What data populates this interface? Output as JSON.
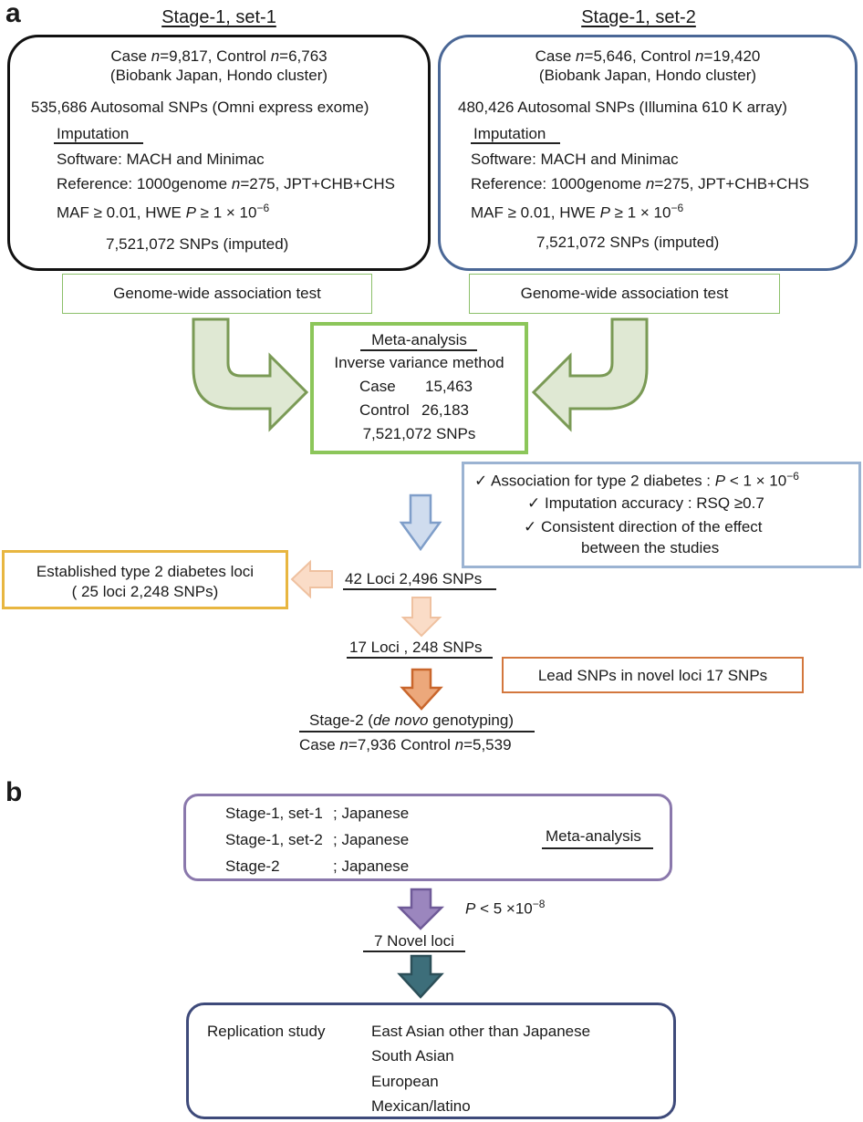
{
  "panel_a": {
    "label": "a",
    "set1": {
      "title": "Stage-1, set-1",
      "case_line_pre": "Case ",
      "case_n": "n",
      "case_line_mid": "=9,817, Control ",
      "control_n": "n",
      "case_line_post": "=6,763",
      "cluster": "(Biobank Japan, Hondo cluster)",
      "snps": "535,686 Autosomal SNPs (Omni express exome)",
      "imputation_heading": "Imputation",
      "software": "Software: MACH and Minimac",
      "reference_pre": "Reference: 1000genome ",
      "reference_n": "n",
      "reference_post": "=275, JPT+CHB+CHS",
      "maf_pre": "MAF ≥ 0.01, HWE ",
      "maf_p": "P",
      "maf_mid": " ≥ 1 × 10",
      "maf_exp": "−6",
      "imputed": "7,521,072 SNPs (imputed)",
      "gwas": "Genome-wide association test"
    },
    "set2": {
      "title": "Stage-1, set-2",
      "case_line_pre": "Case ",
      "case_n": "n",
      "case_line_mid": "=5,646, Control ",
      "control_n": "n",
      "case_line_post": "=19,420",
      "cluster": "(Biobank Japan, Hondo cluster)",
      "snps": "480,426 Autosomal SNPs (Illumina 610 K array)",
      "imputation_heading": "Imputation",
      "software": "Software: MACH and Minimac",
      "reference_pre": "Reference: 1000genome ",
      "reference_n": "n",
      "reference_post": "=275, JPT+CHB+CHS",
      "maf_pre": "MAF ≥ 0.01, HWE ",
      "maf_p": "P",
      "maf_mid": " ≥ 1 × 10",
      "maf_exp": "−6",
      "imputed": "7,521,072 SNPs (imputed)",
      "gwas": "Genome-wide association test"
    },
    "meta": {
      "heading": "Meta-analysis",
      "method": "Inverse variance method",
      "case_label": "Case",
      "case_value": "15,463",
      "control_label": "Control",
      "control_value": "26,183",
      "snps": "7,521,072 SNPs"
    },
    "criteria": {
      "check": "✓",
      "c1_pre": "Association for type 2 diabetes :  ",
      "c1_p": "P",
      "c1_mid": " < 1 × 10",
      "c1_exp": "−6",
      "c2": "Imputation accuracy : RSQ ≥0.7",
      "c3_line1": "Consistent direction of the effect",
      "c3_line2": "between the studies"
    },
    "established": {
      "line1": "Established type 2 diabetes loci",
      "line2": "( 25 loci  2,248 SNPs)"
    },
    "loci42": "42 Loci   2,496 SNPs",
    "loci17": "17 Loci , 248 SNPs",
    "lead": "Lead SNPs in novel loci  17 SNPs",
    "stage2": {
      "title_pre": "Stage-2 (",
      "title_em": "de novo",
      "title_post": " genotyping)",
      "case_pre": "Case  ",
      "case_n": "n",
      "case_mid": "=7,936  Control ",
      "control_n": "n",
      "control_post": "=5,539"
    }
  },
  "panel_b": {
    "label": "b",
    "rows": [
      {
        "name": "Stage-1, set-1",
        "pop": "; Japanese"
      },
      {
        "name": "Stage-1, set-2",
        "pop": "; Japanese"
      },
      {
        "name": "Stage-2",
        "pop": "; Japanese"
      }
    ],
    "meta": "Meta-analysis",
    "threshold_p": "P",
    "threshold_mid": " < 5 ×10",
    "threshold_exp": "−8",
    "novel": "7 Novel loci",
    "replication_label": "Replication study",
    "populations": [
      "East Asian other than Japanese",
      "South Asian",
      "European",
      "Mexican/latino"
    ]
  },
  "colors": {
    "green_arrow_fill": "#dfe8d3",
    "green_arrow_stroke": "#7a9a55",
    "blue_arrow_fill": "#cfdcee",
    "blue_arrow_stroke": "#7f9ec9",
    "peach_arrow_fill": "#fadcc7",
    "peach_arrow_stroke": "#efc1a0",
    "orange_arrow_fill": "#eca87b",
    "orange_arrow_stroke": "#c9662c",
    "purple_arrow_fill": "#9b86be",
    "purple_arrow_stroke": "#6f5a98",
    "teal_arrow_fill": "#3d6e7a",
    "teal_arrow_stroke": "#2c4f58"
  }
}
